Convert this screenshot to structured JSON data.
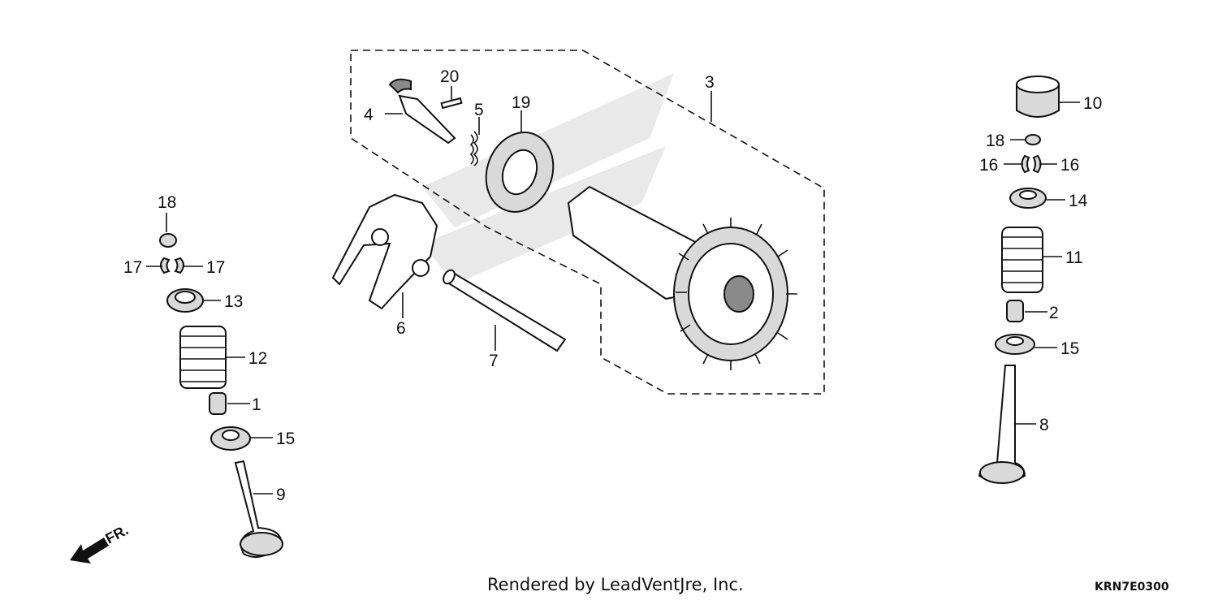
{
  "diagram": {
    "callouts": {
      "c1": "1",
      "c2": "2",
      "c3": "3",
      "c4": "4",
      "c5": "5",
      "c6": "6",
      "c7": "7",
      "c8": "8",
      "c9": "9",
      "c10": "10",
      "c11": "11",
      "c12": "12",
      "c13": "13",
      "c14": "14",
      "c15a": "15",
      "c15b": "15",
      "c16a": "16",
      "c16b": "16",
      "c17a": "17",
      "c17b": "17",
      "c18a": "18",
      "c18b": "18",
      "c19": "19",
      "c20": "20"
    },
    "front_marker": "FR.",
    "credit": "Rendered by LeadVentJre, Inc.",
    "diagram_code": "KRN7E0300"
  }
}
